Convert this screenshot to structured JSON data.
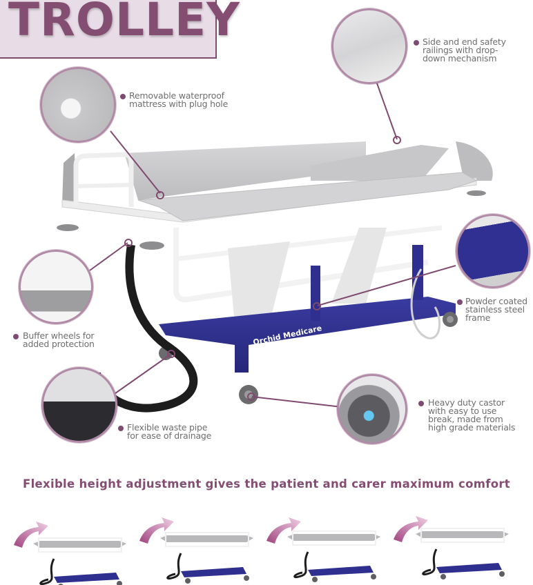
{
  "title": "TROLLEY",
  "features": [
    {
      "id": "mattress",
      "text": "Removable waterproof mattress with plug hole",
      "lines": [
        "Removable waterproof",
        "mattress with plug hole"
      ]
    },
    {
      "id": "railings",
      "text": "Side and end safety railings with drop-down mechanism",
      "lines": [
        "Side and end safety",
        "railings with drop-",
        "down mechanism"
      ]
    },
    {
      "id": "frame",
      "text": "Powder coated stainless steel frame",
      "lines": [
        "Powder coated",
        "stainless steel",
        "frame"
      ]
    },
    {
      "id": "buffer",
      "text": "Buffer wheels for added protection",
      "lines": [
        "Buffer wheels for",
        "added protection"
      ]
    },
    {
      "id": "pipe",
      "text": "Flexible waste pipe for ease of drainage",
      "lines": [
        "Flexible waste pipe",
        "for ease of drainage"
      ]
    },
    {
      "id": "castor",
      "text": "Heavy duty castor with easy to use break, made from high grade materials",
      "lines": [
        "Heavy duty castor",
        "with easy to use",
        "break, made from",
        "high grade materials"
      ]
    }
  ],
  "brand_label": "Orchid Medicare",
  "headline": "Flexible height adjustment gives the patient and carer maximum comfort",
  "height_positions": [
    {
      "label": "position-1"
    },
    {
      "label": "position-2"
    },
    {
      "label": "position-3"
    },
    {
      "label": "position-4"
    }
  ],
  "colors": {
    "accent": "#844d72",
    "title_bg": "#e8dde6",
    "frame_blue": "#2e2f8f",
    "text_gray": "#6e6e6e"
  }
}
